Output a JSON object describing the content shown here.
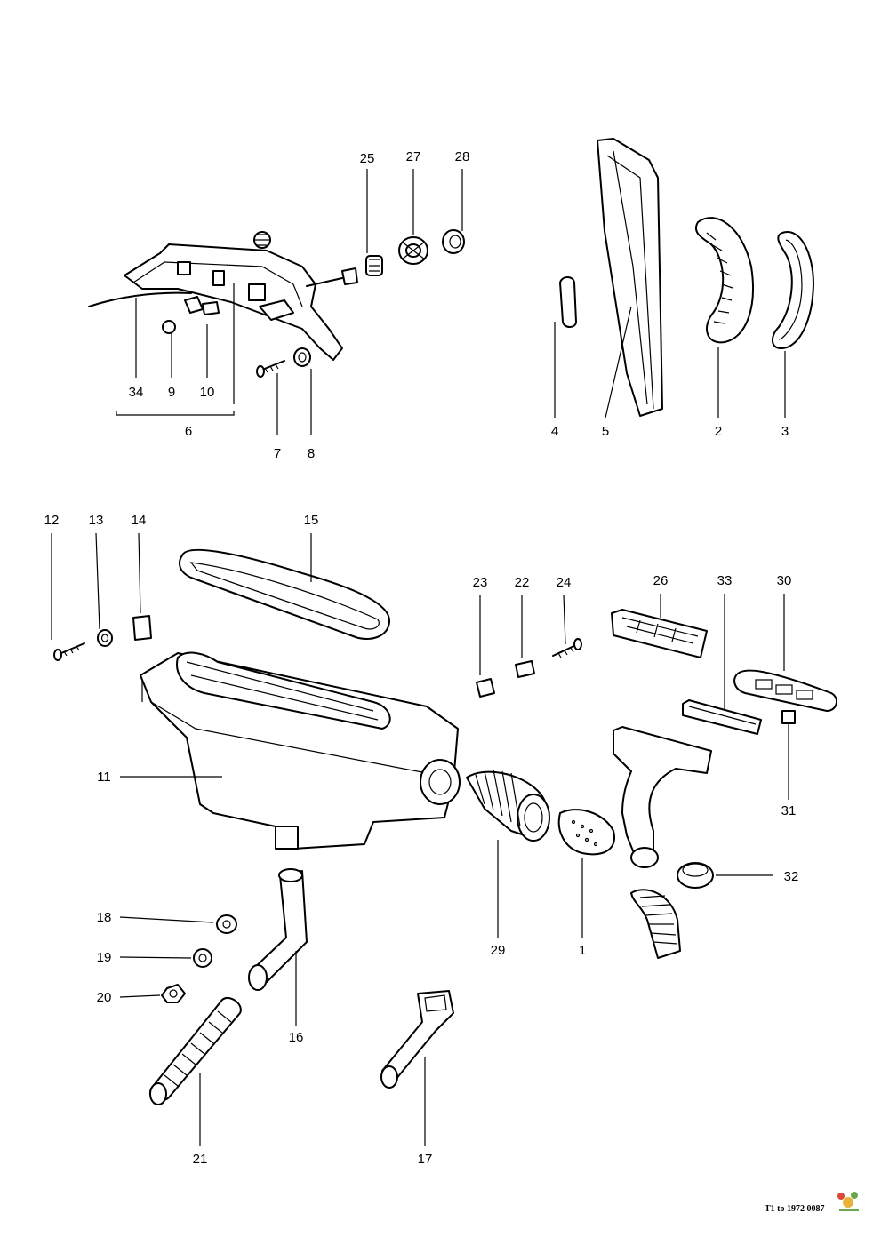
{
  "reference": "T1 to 1972 0087",
  "callouts": [
    "1",
    "2",
    "3",
    "4",
    "5",
    "6",
    "7",
    "8",
    "9",
    "10",
    "11",
    "12",
    "13",
    "14",
    "15",
    "16",
    "17",
    "18",
    "19",
    "20",
    "21",
    "22",
    "23",
    "24",
    "25",
    "26",
    "27",
    "28",
    "29",
    "30",
    "31",
    "32",
    "33",
    "34"
  ],
  "icons": {
    "publisher_logo": "small-colour-logo-icon"
  }
}
